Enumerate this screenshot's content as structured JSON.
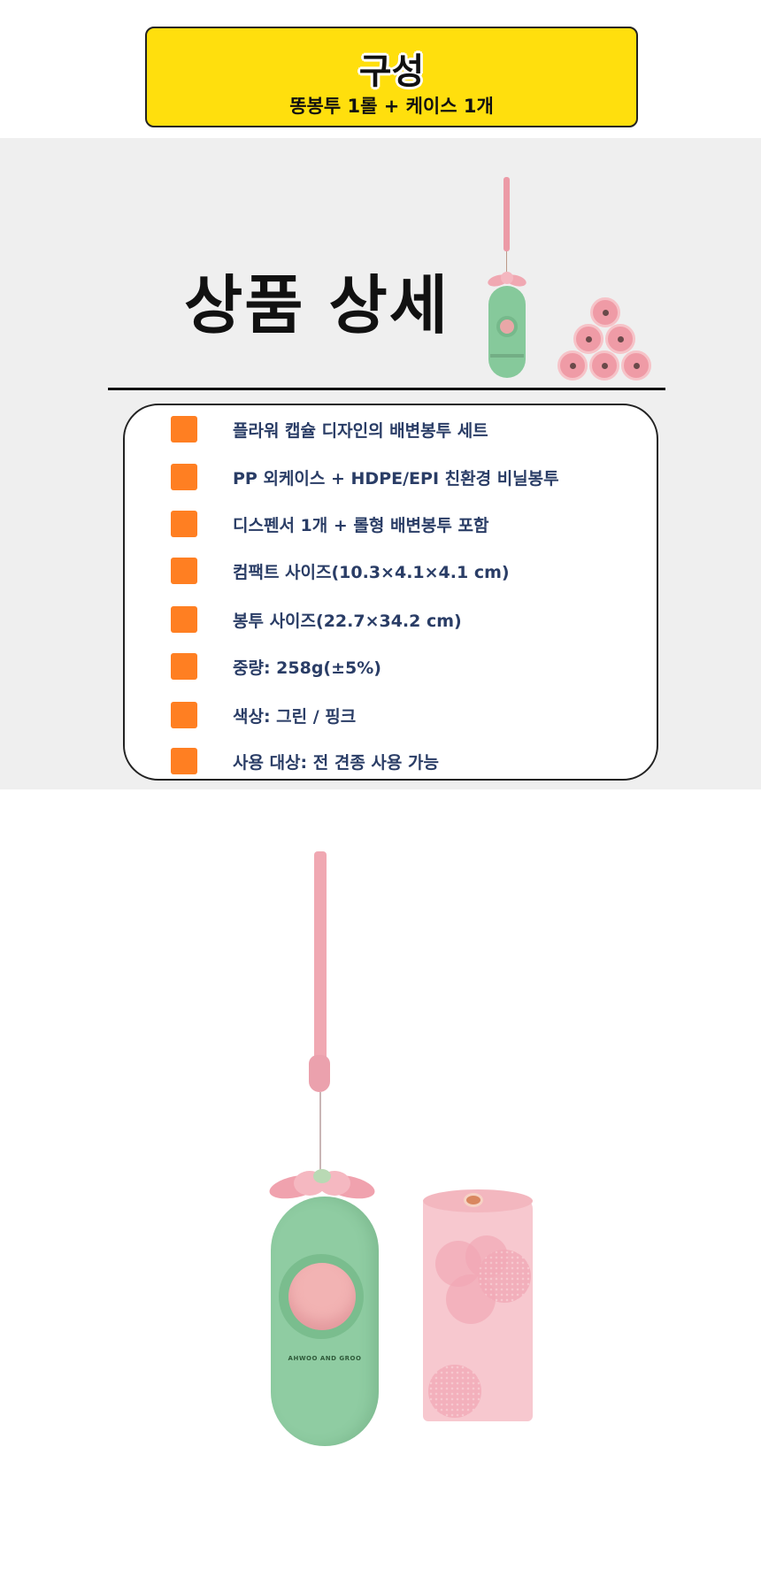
{
  "composition": {
    "title": "구성",
    "subtitle": "똥봉투 1롤 + 케이스 1개"
  },
  "detail": {
    "title": "상품 상세",
    "features": [
      "플라워 캡슐 디자인의 배변봉투 세트",
      "PP 외케이스 + HDPE/EPI 친환경 비닐봉투",
      "디스펜서 1개 + 롤형 배변봉투 포함",
      "컴팩트 사이즈(10.3×4.1×4.1 cm)",
      "봉투 사이즈(22.7×34.2 cm)",
      "중량: 258g(±5%)",
      "색상: 그린 / 핑크",
      "사용 대상: 전 견종 사용 가능"
    ]
  },
  "product": {
    "brand": "AHWOO AND GROO"
  },
  "colors": {
    "accent_yellow": "#ffdf0d",
    "bullet_orange": "#ff7f22",
    "text_navy": "#2a3d66",
    "dispenser_green": "#8fcca2",
    "roll_pink": "#f7c8cf"
  }
}
